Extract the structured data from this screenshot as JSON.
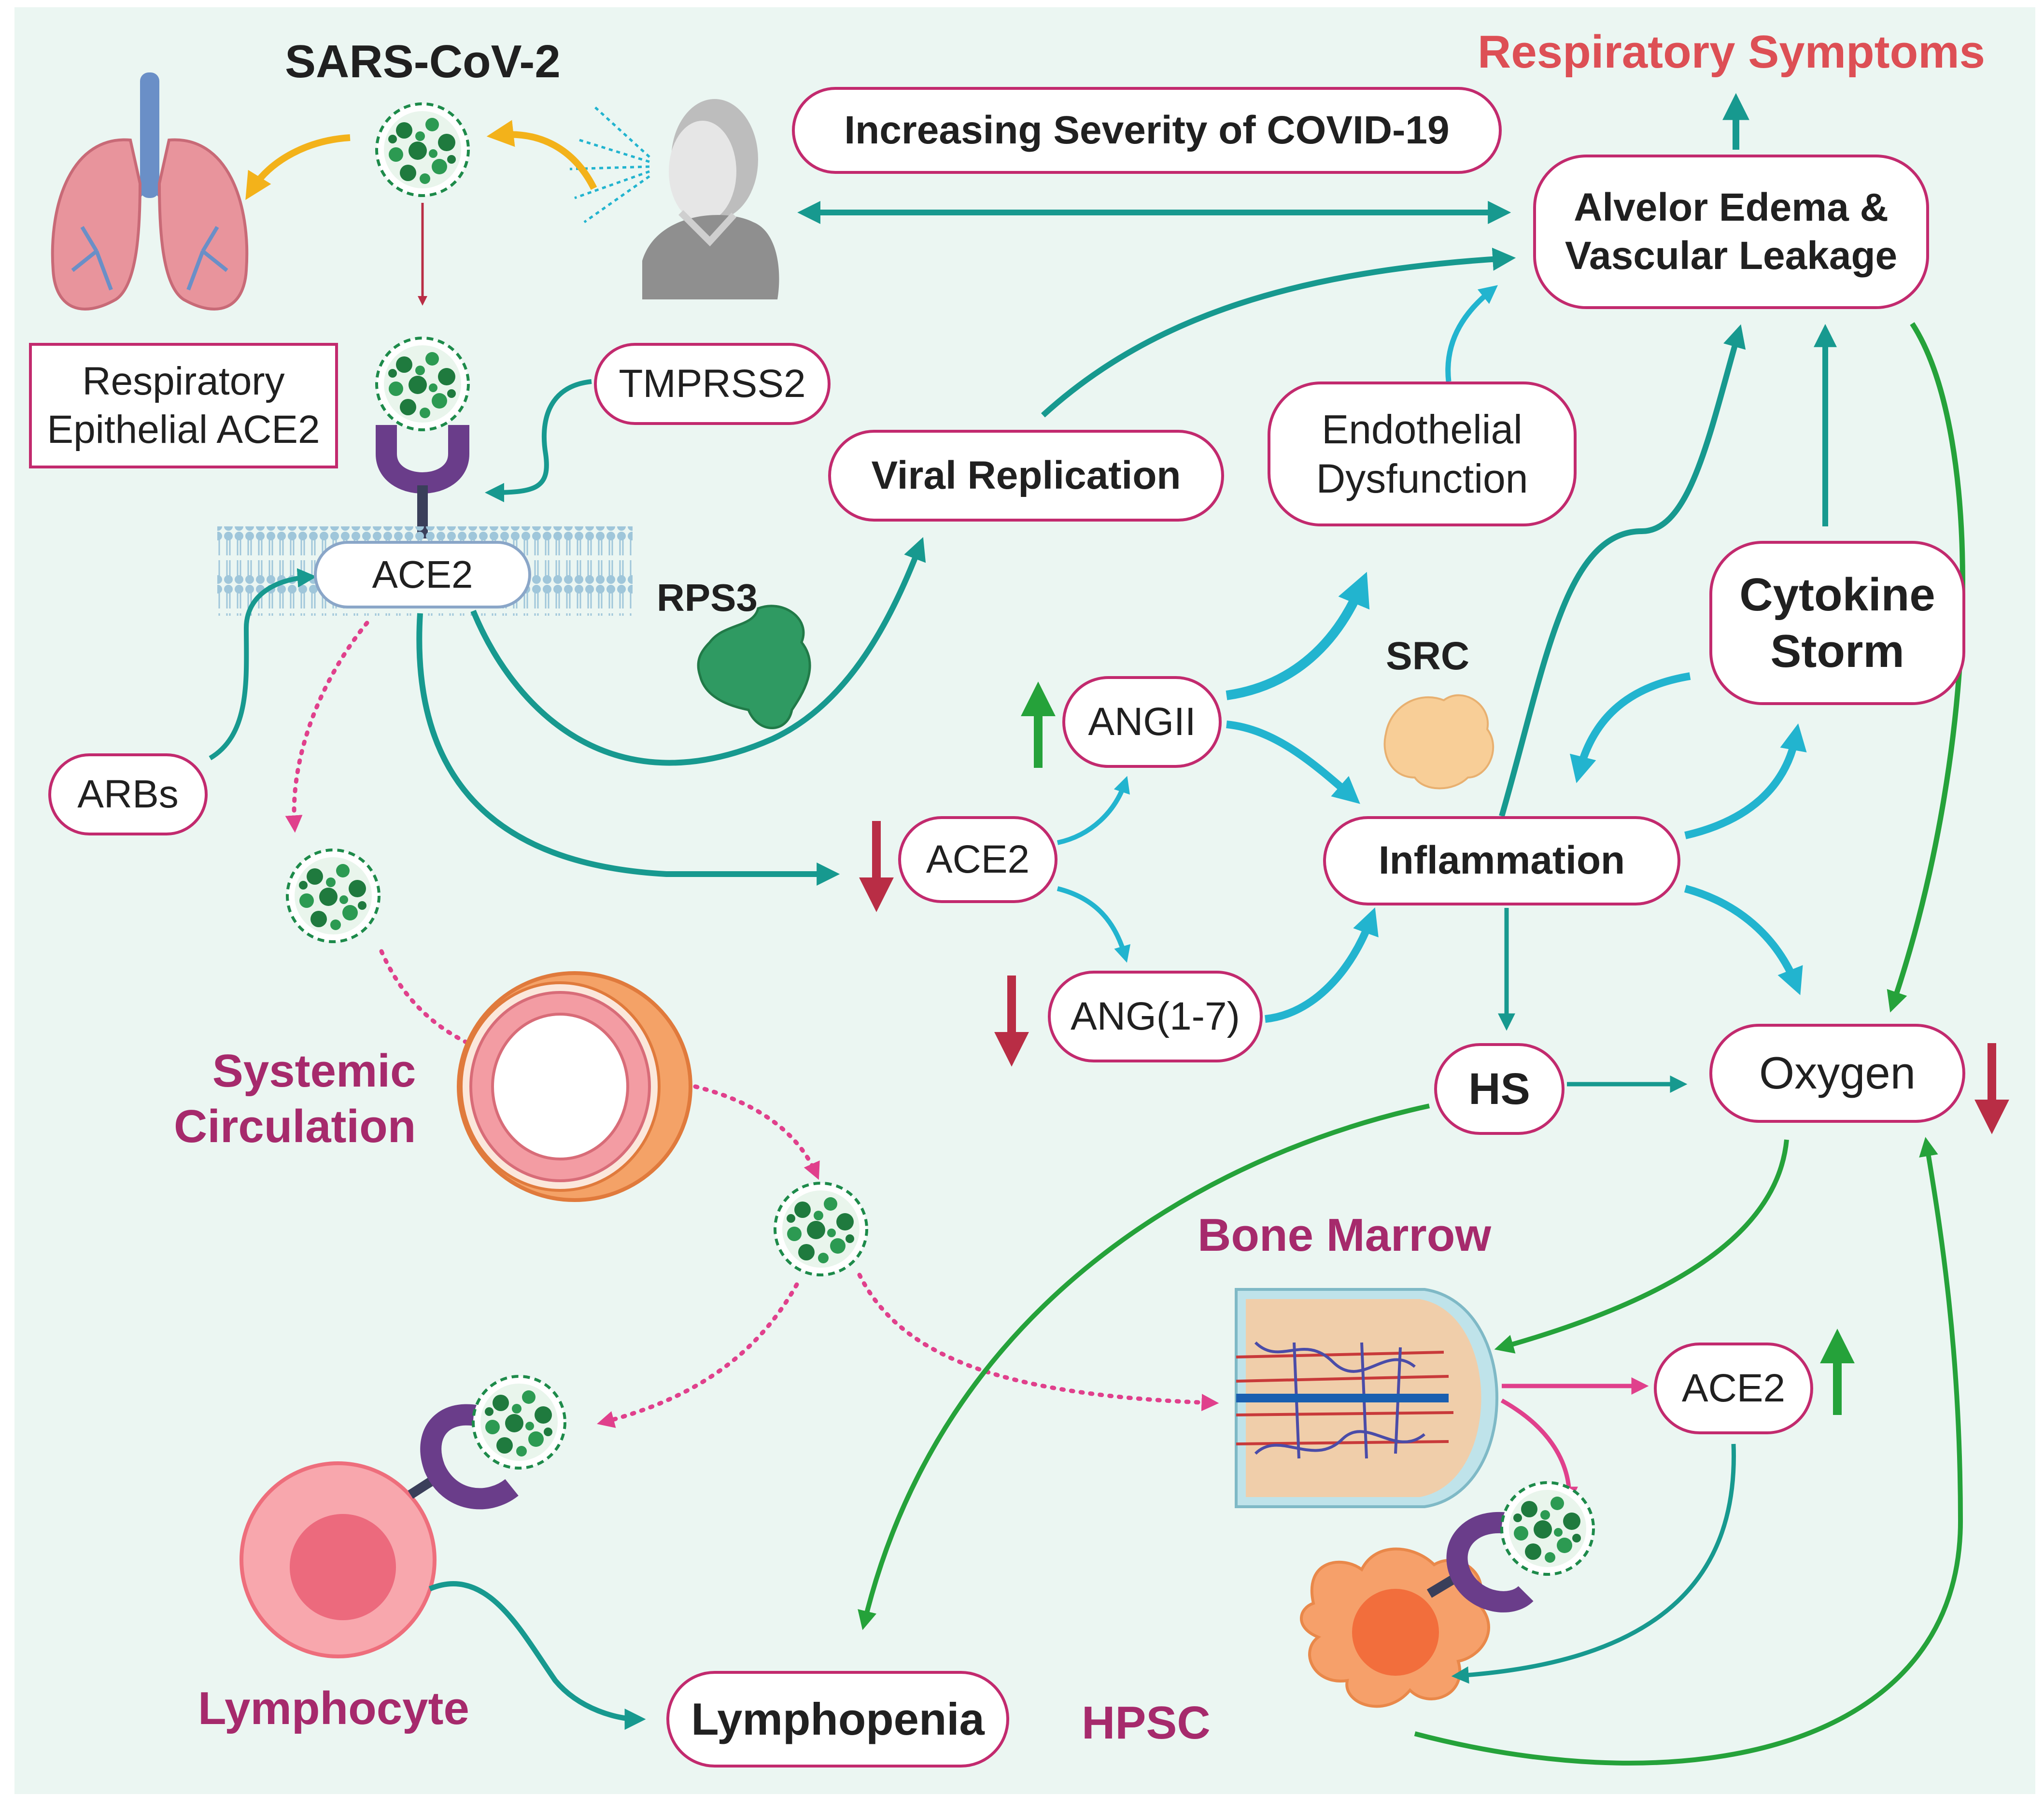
{
  "colors": {
    "background": "#ebf6f2",
    "box_border": "#c22a6e",
    "teal_arrow": "#17998f",
    "cyan_arrow": "#22b4cf",
    "green_arrow": "#25a23a",
    "pink_arrow": "#e0408c",
    "red_arrow": "#b92d45",
    "title_red": "#dd4f55",
    "magenta_label": "#a62a6c"
  },
  "labels": {
    "virus": "SARS-CoV-2",
    "respiratory_symptoms": "Respiratory Symptoms",
    "rps3": "RPS3",
    "src": "SRC",
    "systemic_circulation": "Systemic\nCirculation",
    "bone_marrow": "Bone Marrow",
    "lymphocyte": "Lymphocyte",
    "hpsc": "HPSC"
  },
  "boxes": {
    "respiratory_epithelial_ace2": "Respiratory\nEpithelial ACE2",
    "tmprss2": "TMPRSS2",
    "ace2_membrane": "ACE2",
    "arbs": "ARBs",
    "increasing_severity": "Increasing Severity of COVID-19",
    "alveolar_edema": "Alvelor Edema &\nVascular Leakage",
    "viral_replication": "Viral Replication",
    "endothelial_dysfunction": "Endothelial\nDysfunction",
    "cytokine_storm": "Cytokine\nStorm",
    "angii": "ANGII",
    "ace2_center": "ACE2",
    "ang_1_7": "ANG(1-7)",
    "inflammation": "Inflammation",
    "hs": "HS",
    "oxygen": "Oxygen",
    "ace2_marrow": "ACE2",
    "lymphopenia": "Lymphopenia"
  },
  "icons": [
    "lungs-icon",
    "virus-icon",
    "coughing-person-icon",
    "receptor-icon",
    "cell-membrane-icon",
    "rps3-protein-icon",
    "src-protein-icon",
    "blood-vessel-icon",
    "bone-marrow-icon",
    "lymphocyte-cell-icon",
    "hpsc-cell-icon"
  ]
}
